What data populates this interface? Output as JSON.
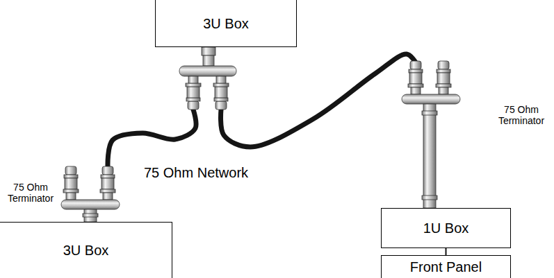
{
  "diagram": {
    "nodes": [
      {
        "text": [
          "3U Box"
        ]
      },
      {
        "text": [
          "3U Box"
        ]
      },
      {
        "text": [
          "1U Box"
        ]
      },
      {
        "text": [
          "Front Panel"
        ]
      }
    ],
    "edges": [
      {
        "from": 0,
        "to": 1,
        "arrow": "none"
      },
      {
        "from": 0,
        "to": 2,
        "arrow": "none"
      },
      {
        "from": 2,
        "to": 3,
        "arrow": "none"
      }
    ],
    "labels": [
      "75 Ohm Terminator",
      "75 Ohm Terminator",
      "75 Ohm Network"
    ]
  }
}
